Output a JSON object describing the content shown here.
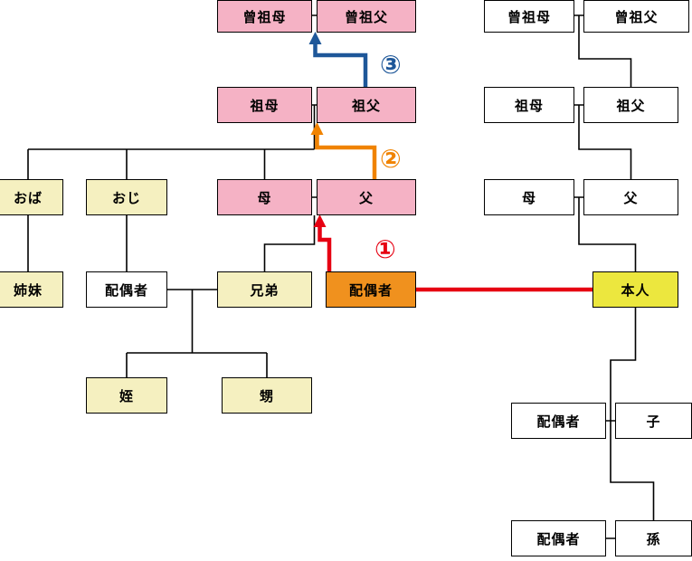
{
  "spouse_family": {
    "great_grandmother": "曾祖母",
    "great_grandfather": "曾祖父",
    "grandmother": "祖母",
    "grandfather": "祖父",
    "aunt": "おば",
    "uncle": "おじ",
    "mother": "母",
    "father": "父",
    "sister": "姉妹",
    "uncles_spouse": "配偶者",
    "brother": "兄弟",
    "spouse": "配偶者",
    "niece": "姪",
    "nephew": "甥"
  },
  "self_family": {
    "great_grandmother": "曾祖母",
    "great_grandfather": "曾祖父",
    "grandmother": "祖母",
    "grandfather": "祖父",
    "mother": "母",
    "father": "父",
    "self": "本人",
    "childs_spouse": "配偶者",
    "child": "子",
    "grandchilds_spouse": "配偶者",
    "grandchild": "孫"
  },
  "degree_markers": {
    "degree1": "①",
    "degree2": "②",
    "degree3": "③"
  },
  "colors": {
    "box_pink": "#f5b2c5",
    "box_cream": "#f5f0c0",
    "box_yellow": "#ece73e",
    "box_orange": "#f0911e",
    "box_white": "#ffffff",
    "line_black": "#000000",
    "arrow_red": "#e60012",
    "arrow_orange": "#f08300",
    "arrow_blue": "#1e5799"
  }
}
